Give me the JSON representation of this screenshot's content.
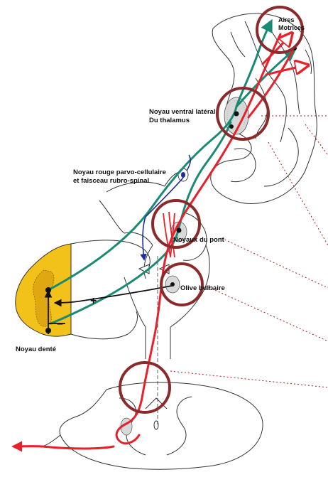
{
  "labels": {
    "aires_motrices_1": "Aires",
    "aires_motrices_2": "Motrices",
    "noyau_ventral_1": "Noyau ventral latéral",
    "noyau_ventral_2": "Du thalamus",
    "noyau_rouge_1": "Noyau rouge parvo-cellulaire",
    "noyau_rouge_2": "et faisceau rubro-spinal",
    "noyaux_du_pont": "Noyaux du pont",
    "olive_bulbaire": "Olive bulbaire",
    "noyau_dente": "Noyau denté",
    "plus_sign": "+",
    "minus_sign": "–"
  },
  "colors": {
    "red_pathway": "#e8202a",
    "teal_pathway": "#1a8a74",
    "blue_pathway": "#1f2f9a",
    "highlight_circle": "#8b2a2a",
    "cerebellum_fill": "#f2c21a",
    "dotted_leader": "#b01818",
    "outline": "#222222"
  },
  "icons": {
    "red_arrow": "arrow-head-red",
    "teal_arrow": "arrow-head-teal"
  }
}
